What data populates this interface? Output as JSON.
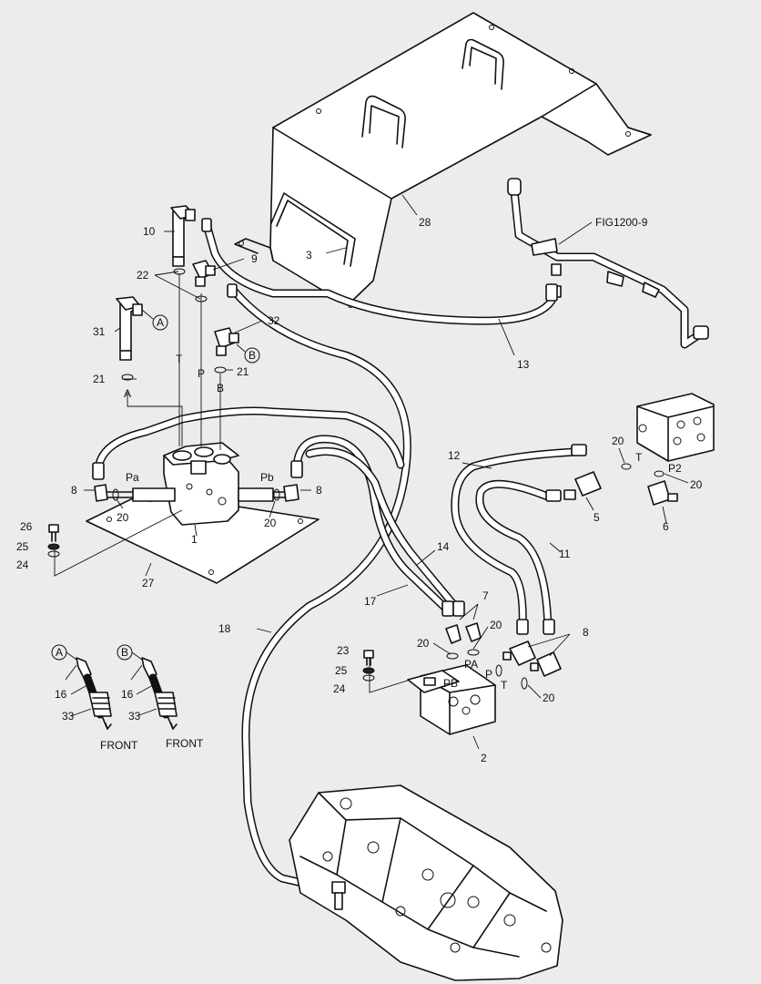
{
  "diagram": {
    "callouts": {
      "p1": "1",
      "p2": "2",
      "p3": "3",
      "p5": "5",
      "p6": "6",
      "p7": "7",
      "p8a": "8",
      "p8b": "8",
      "p8c": "8",
      "p9": "9",
      "p10": "10",
      "p11": "11",
      "p12": "12",
      "p13": "13",
      "p14": "14",
      "p16a": "16",
      "p16b": "16",
      "p17": "17",
      "p18": "18",
      "p20a": "20",
      "p20b": "20",
      "p20c": "20",
      "p20d": "20",
      "p20e": "20",
      "p20f": "20",
      "p20g": "20",
      "p21a": "21",
      "p21b": "21",
      "p22": "22",
      "p23": "23",
      "p24a": "24",
      "p24b": "24",
      "p25a": "25",
      "p25b": "25",
      "p26": "26",
      "p27": "27",
      "p28": "28",
      "p31": "31",
      "p32": "32",
      "p33a": "33",
      "p33b": "33"
    },
    "port_labels": {
      "T1": "T",
      "P1": "P",
      "B1": "B",
      "A1": "A",
      "Pa": "Pa",
      "Pb": "Pb",
      "PA": "PA",
      "PB": "PB",
      "P2port": "P",
      "T2": "T",
      "T3": "T",
      "P2": "P2"
    },
    "circle_refs": {
      "A1": "A",
      "B1": "B",
      "A2": "A",
      "B2": "B"
    },
    "reference": "FIG1200-9",
    "front_label_a": "FRONT",
    "front_label_b": "FRONT"
  }
}
